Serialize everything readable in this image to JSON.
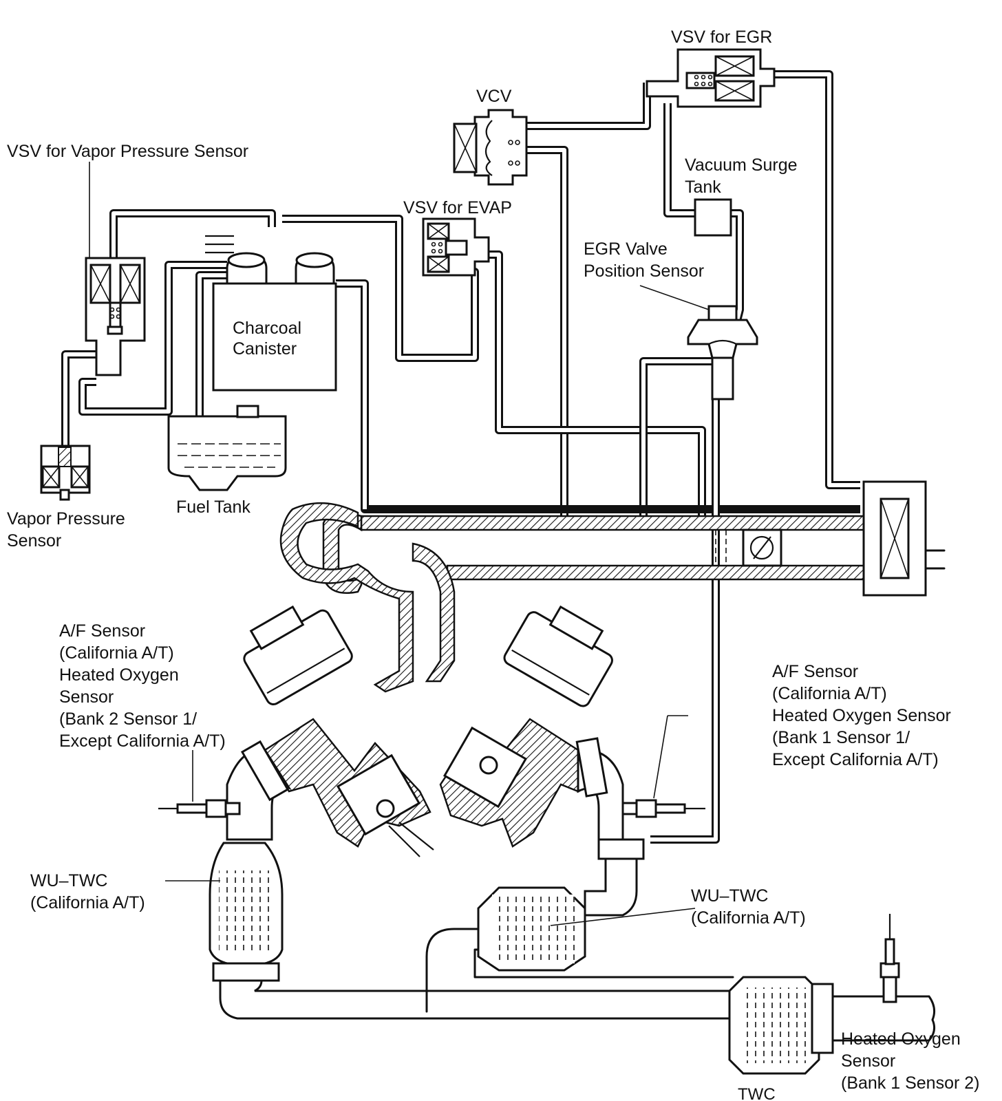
{
  "labels": {
    "vsv_egr": "VSV for EGR",
    "vcv": "VCV",
    "vsv_vapor_pressure": "VSV for Vapor Pressure Sensor",
    "vacuum_surge_tank_1": "Vacuum Surge",
    "vacuum_surge_tank_2": "Tank",
    "vsv_evap": "VSV for EVAP",
    "egr_valve_1": "EGR Valve",
    "egr_valve_2": "Position Sensor",
    "charcoal_1": "Charcoal",
    "charcoal_2": "Canister",
    "fuel_tank": "Fuel Tank",
    "vapor_sensor_1": "Vapor Pressure",
    "vapor_sensor_2": "Sensor",
    "af_left": [
      "A/F Sensor",
      "(California A/T)",
      "Heated Oxygen",
      "Sensor",
      "(Bank 2 Sensor 1/",
      "Except California A/T)"
    ],
    "af_right": [
      "A/F Sensor",
      "(California A/T)",
      "Heated Oxygen Sensor",
      "(Bank 1 Sensor 1/",
      "Except California A/T)"
    ],
    "wutwc_left": [
      "WU–TWC",
      "(California A/T)"
    ],
    "wutwc_right": [
      "WU–TWC",
      "(California A/T)"
    ],
    "twc": "TWC",
    "ho2_bottom": [
      "Heated Oxygen",
      "Sensor",
      "(Bank 1 Sensor 2)"
    ]
  }
}
